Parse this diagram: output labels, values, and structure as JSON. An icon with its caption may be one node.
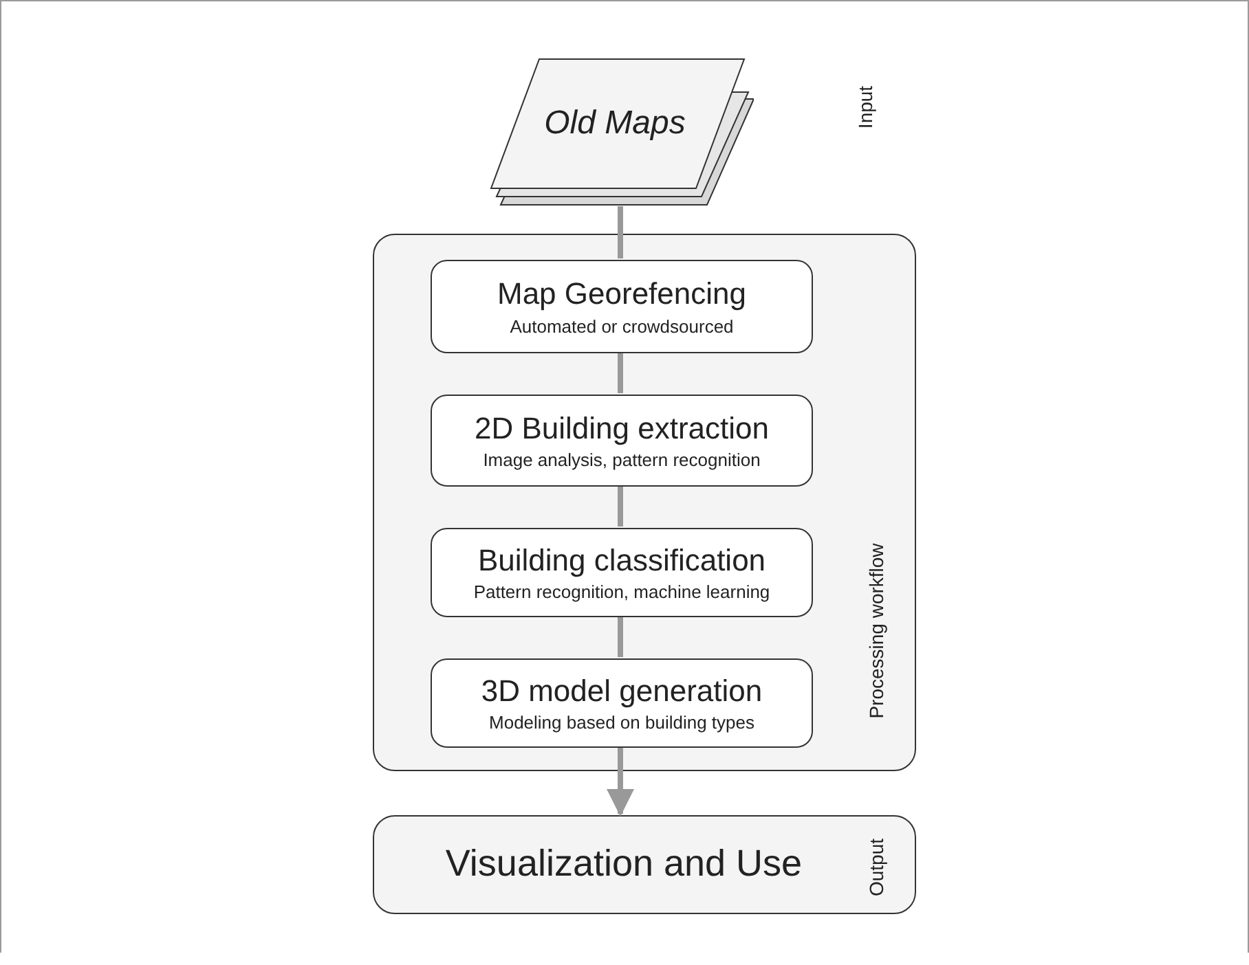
{
  "diagram": {
    "nodes": [
      {
        "text": [
          "Old Maps"
        ]
      },
      {
        "text": [
          "Processing workflow"
        ]
      },
      {
        "text": [
          "Map Georefencing",
          "Automated or crowdsourced"
        ],
        "in": 1
      },
      {
        "text": [
          "2D Building extraction",
          "Image analysis, pattern recognition"
        ],
        "in": 1
      },
      {
        "text": [
          "Building classification",
          "Pattern recognition, machine learning"
        ],
        "in": 1
      },
      {
        "text": [
          "3D model generation",
          "Modeling based on building types"
        ],
        "in": 1
      },
      {
        "text": [
          "Visualization and Use",
          "Output"
        ]
      }
    ],
    "edges": [
      {
        "from": 0,
        "to": 2,
        "arrow": "none"
      },
      {
        "from": 2,
        "to": 3,
        "arrow": "none"
      },
      {
        "from": 3,
        "to": 4,
        "arrow": "none"
      },
      {
        "from": 4,
        "to": 5,
        "arrow": "none"
      },
      {
        "from": 5,
        "to": 6,
        "arrow": "to"
      }
    ],
    "labels": [
      "Input"
    ]
  }
}
